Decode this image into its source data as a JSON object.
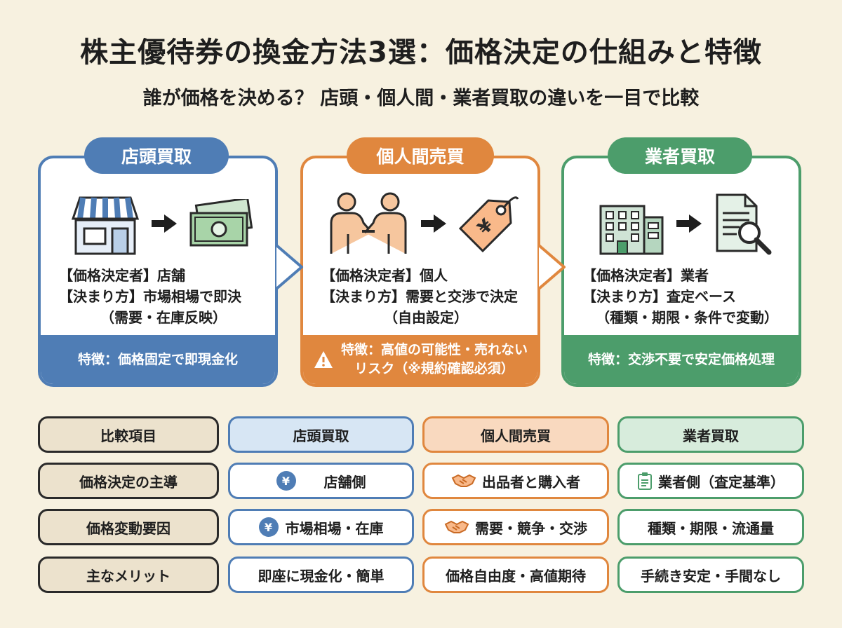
{
  "title": "株主優待券の換金方法3選：価格決定の仕組みと特徴",
  "subtitle": "誰が価格を決める？ 店頭・個人間・業者買取の違いを一目で比較",
  "colors": {
    "background": "#f7f1e0",
    "blue": "#4f7db5",
    "orange": "#e0873e",
    "green": "#4c9d6b"
  },
  "panels": [
    {
      "label": "店頭買取",
      "icons": [
        "storefront-icon",
        "arrow-right-icon",
        "cash-icon"
      ],
      "line1": "【価格決定者】店舗",
      "line2": "【決まり方】市場相場で即決",
      "note": "（需要・在庫反映）",
      "footer": "特徴：価格固定で即現金化"
    },
    {
      "label": "個人間売買",
      "icons": [
        "people-handshake-icon",
        "arrow-right-icon",
        "yen-price-tag-icon"
      ],
      "line1": "【価格決定者】個人",
      "line2": "【決まり方】需要と交渉で決定",
      "note": "（自由設定）",
      "footer_line1": "特徴：高値の可能性・売れない",
      "footer_line2": "リスク（※規約確認必須）"
    },
    {
      "label": "業者買取",
      "icons": [
        "office-building-icon",
        "arrow-right-icon",
        "document-search-icon"
      ],
      "line1": "【価格決定者】業者",
      "line2": "【決まり方】査定ベース",
      "note": "（種類・期限・条件で変動）",
      "footer": "特徴：交渉不要で安定価格処理"
    }
  ],
  "table": {
    "headers": [
      "比較項目",
      "店頭買取",
      "個人間売買",
      "業者買取"
    ],
    "rows": [
      {
        "label": "価格決定の主導",
        "cells": [
          "店舗側",
          "出品者と購入者",
          "業者側（査定基準）"
        ],
        "icons": [
          "yen-icon",
          "handshake-icon",
          "clipboard-icon"
        ]
      },
      {
        "label": "価格変動要因",
        "cells": [
          "市場相場・在庫",
          "需要・競争・交渉",
          "種類・期限・流通量"
        ],
        "icons": [
          "yen-icon",
          "handshake-icon",
          ""
        ]
      },
      {
        "label": "主なメリット",
        "cells": [
          "即座に現金化・簡単",
          "価格自由度・高値期待",
          "手続き安定・手間なし"
        ],
        "icons": [
          "",
          "",
          ""
        ]
      }
    ],
    "yen_symbol": "¥"
  }
}
